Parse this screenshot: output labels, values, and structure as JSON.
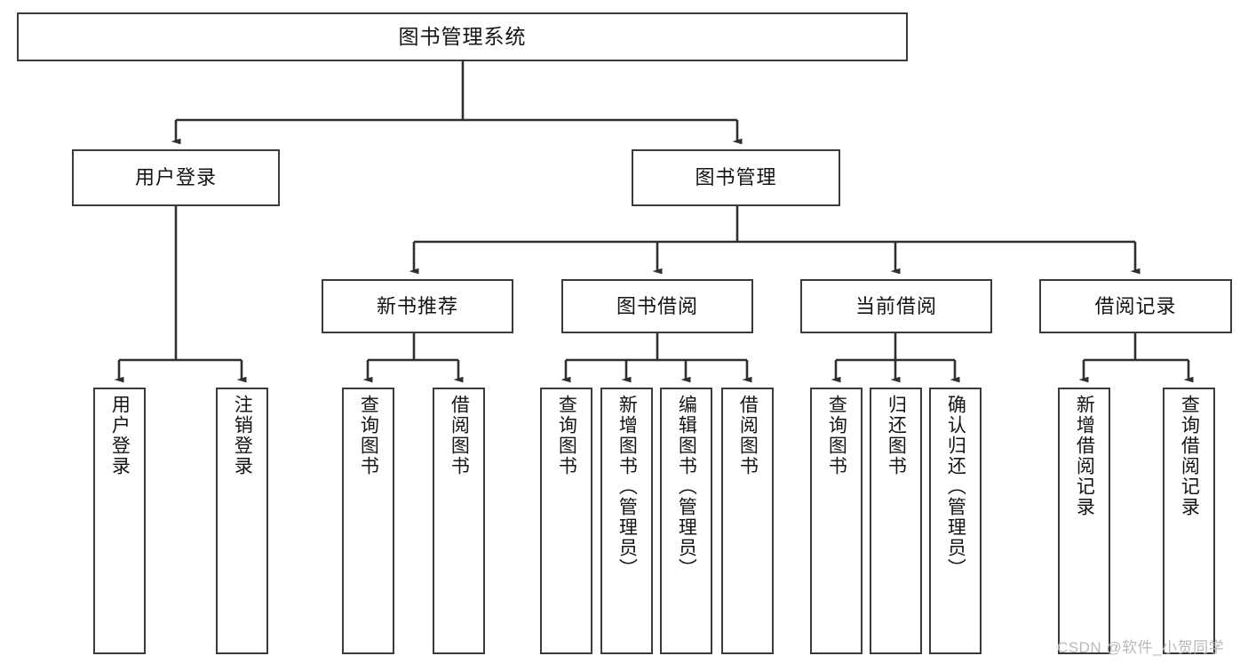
{
  "diagram": {
    "type": "hierarchy-tree",
    "title": "图书管理系统",
    "watermark": "CSDN @软件_小贺同学",
    "colors": {
      "box_border": "#3a3a3a",
      "box_fill": "#ffffff",
      "connector": "#2f2f2f",
      "watermark": "#b9b9b9"
    },
    "nodes": {
      "root": {
        "label": "图书管理系统"
      },
      "level2": [
        {
          "id": "user-login",
          "label": "用户登录"
        },
        {
          "id": "book-management",
          "label": "图书管理"
        }
      ],
      "level3": [
        {
          "id": "new-book-recommend",
          "label": "新书推荐"
        },
        {
          "id": "book-borrow",
          "label": "图书借阅"
        },
        {
          "id": "current-borrow",
          "label": "当前借阅"
        },
        {
          "id": "borrow-record",
          "label": "借阅记录"
        }
      ],
      "leaves": {
        "user-login": [
          {
            "id": "user-login-leaf",
            "label": "用户登录"
          },
          {
            "id": "logout-leaf",
            "label": "注销登录"
          }
        ],
        "new-book-recommend": [
          {
            "id": "query-book-1",
            "label": "查询图书"
          },
          {
            "id": "borrow-book-1",
            "label": "借阅图书"
          }
        ],
        "book-borrow": [
          {
            "id": "query-book-2",
            "label": "查询图书"
          },
          {
            "id": "add-book",
            "label": "新增图书（管理员）"
          },
          {
            "id": "edit-book",
            "label": "编辑图书（管理员）"
          },
          {
            "id": "borrow-book-2",
            "label": "借阅图书"
          }
        ],
        "current-borrow": [
          {
            "id": "query-book-3",
            "label": "查询图书"
          },
          {
            "id": "return-book",
            "label": "归还图书"
          },
          {
            "id": "confirm-return",
            "label": "确认归还（管理员）"
          }
        ],
        "borrow-record": [
          {
            "id": "add-borrow-record",
            "label": "新增借阅记录"
          },
          {
            "id": "query-borrow-record",
            "label": "查询借阅记录"
          }
        ]
      }
    }
  }
}
